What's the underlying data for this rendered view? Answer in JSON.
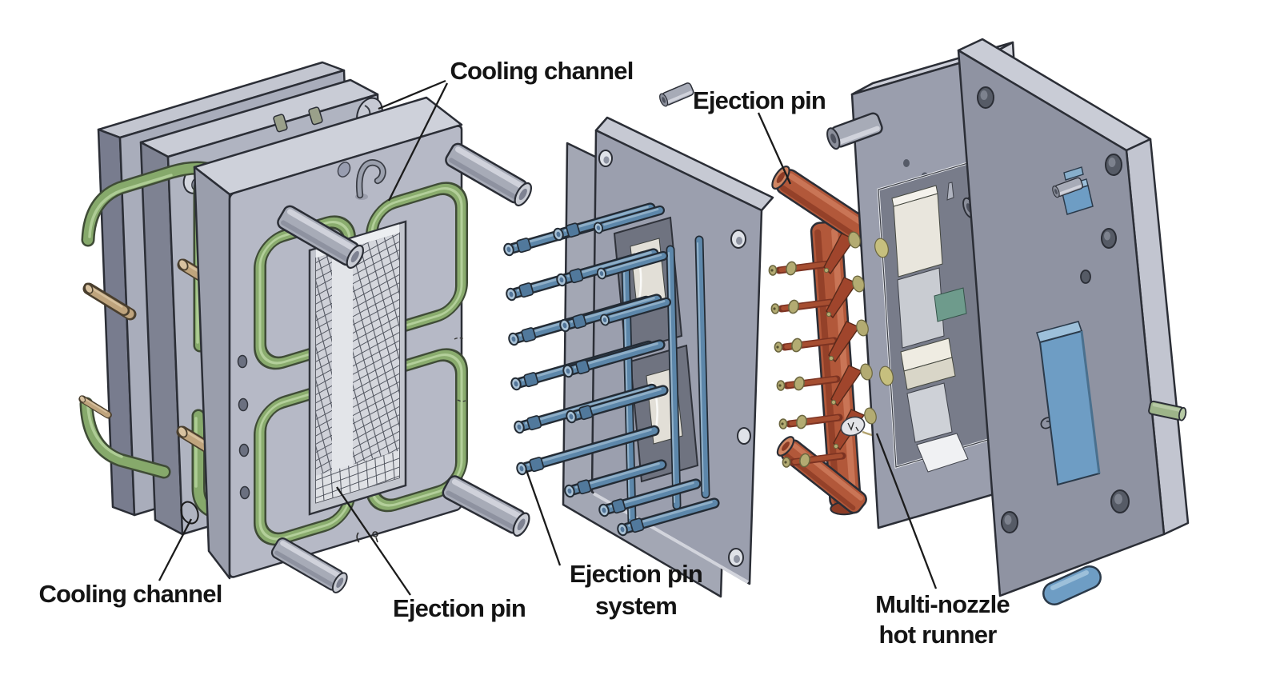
{
  "diagram": {
    "labels": {
      "cooling_channel_top": "Cooling channel",
      "ejection_pin_top": "Ejection pin",
      "cooling_channel_bottom": "Cooling channel",
      "ejection_pin_bottom": "Ejection pin",
      "ejection_pin_system": {
        "line1": "Ejection pin",
        "line2": "system"
      },
      "multi_nozzle_hot_runner": {
        "line1": "Multi-nozzle",
        "line2": "hot runner"
      }
    },
    "colors": {
      "background": "#ffffff",
      "outline": "#2b2e36",
      "plate_face_light": "#b6b9c6",
      "plate_face_mid": "#9b9fae",
      "plate_face_dark": "#8f93a2",
      "plate_top": "#ced1da",
      "plate_side": "#7e8292",
      "cooling_channel_green": "#86a96b",
      "cooling_channel_green_light": "#b3cf9a",
      "ejection_pin_blue": "#5d87aa",
      "ejection_pin_blue_light": "#a9c2d6",
      "hot_runner_red": "#b2583a",
      "hot_runner_red_dark": "#8c3c26",
      "nozzle_olive": "#b3ab72",
      "guide_pin_gray": "#a7abb7",
      "leader_pin_tan": "#bfa47d",
      "molded_part_cream": "#e9e6dd",
      "insert_teal": "#6e9b8c",
      "spacer_block_blue": "#6e9dc4",
      "stop_pin_green": "#9db489",
      "label_text": "#141414"
    }
  }
}
